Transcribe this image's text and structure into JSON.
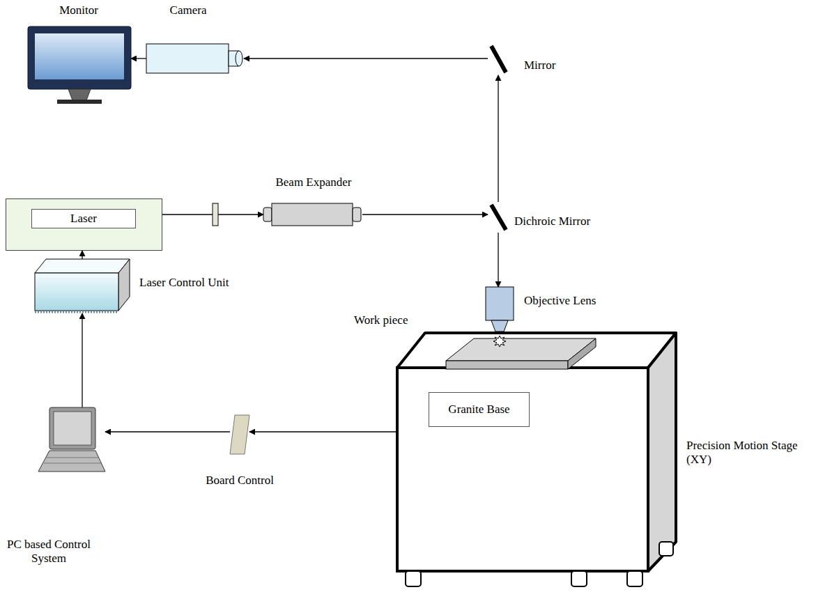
{
  "diagram": {
    "nodes": [
      {
        "text": [
          "Monitor"
        ]
      },
      {
        "text": [
          "Camera"
        ]
      },
      {
        "text": [
          "Mirror"
        ]
      },
      {
        "text": [
          "Laser"
        ]
      },
      {
        "text": [
          "Beam Expander"
        ]
      },
      {
        "text": [
          "Dichroic Mirror"
        ]
      },
      {
        "text": [
          "Laser Control Unit"
        ]
      },
      {
        "text": [
          "Objective Lens"
        ]
      },
      {
        "text": [
          "Precision Motion Stage (XY)",
          "Granite Base"
        ]
      },
      {
        "text": [
          "Work piece"
        ],
        "in": 8
      },
      {
        "text": [
          "Board Control"
        ]
      },
      {
        "text": [
          "PC based Control System"
        ]
      }
    ],
    "edges": [
      {
        "from": 1,
        "to": 0,
        "arrow": "to"
      },
      {
        "from": 2,
        "to": 1,
        "arrow": "to"
      },
      {
        "from": 5,
        "to": 2,
        "arrow": "to"
      },
      {
        "from": 3,
        "to": 4,
        "arrow": "to"
      },
      {
        "from": 4,
        "to": 5,
        "arrow": "to"
      },
      {
        "from": 5,
        "to": 7,
        "arrow": "to"
      },
      {
        "from": 6,
        "to": 3,
        "arrow": "to"
      },
      {
        "from": 11,
        "to": 6,
        "arrow": "to"
      },
      {
        "from": 8,
        "to": 10,
        "arrow": "to"
      },
      {
        "from": 10,
        "to": 11,
        "arrow": "to"
      }
    ]
  }
}
